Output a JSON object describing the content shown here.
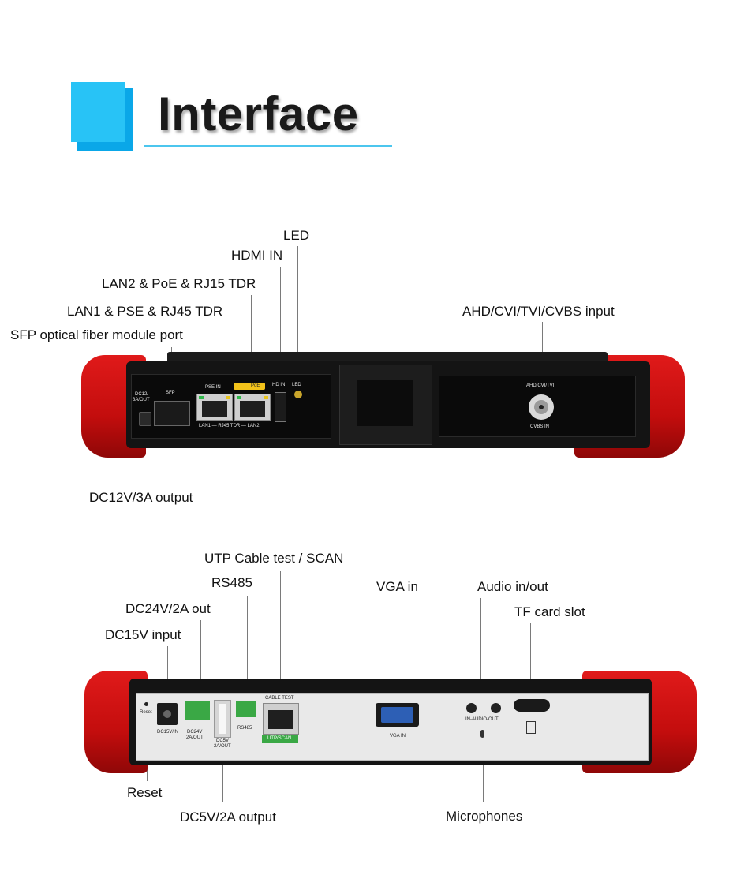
{
  "header": {
    "title": "Interface"
  },
  "top_panel": {
    "labels": {
      "led": "LED",
      "hdmi_in": "HDMI IN",
      "lan2": "LAN2 & PoE & RJ15 TDR",
      "lan1": "LAN1 & PSE & RJ45 TDR",
      "sfp": "SFP optical fiber module port",
      "ahd": "AHD/CVI/TVI/CVBS input",
      "dc12": "DC12V/3A output"
    },
    "device_text": {
      "dc12": "DC12/",
      "dc12b": "3A/OUT",
      "sfp": "SFP",
      "pse_in": "PSE IN",
      "poe": "PoE",
      "hd_in": "HD IN",
      "led": "LED",
      "lan_row": "LAN1 — RJ45 TDR — LAN2",
      "ahd": "AHD/CVI/TVI",
      "cvbs": "CVBS IN"
    }
  },
  "bottom_panel": {
    "labels": {
      "utp": "UTP Cable test / SCAN",
      "rs485": "RS485",
      "vga": "VGA in",
      "audio": "Audio in/out",
      "tf": "TF card slot",
      "dc24": "DC24V/2A out",
      "dc15": "DC15V input",
      "reset": "Reset",
      "dc5": "DC5V/2A output",
      "mic": "Microphones"
    },
    "device_text": {
      "reset": "Reset",
      "dc15": "DC15V/IN",
      "dc24a": "DC24V",
      "dc24b": "2A/OUT",
      "dc5a": "DC5V",
      "dc5b": "2A/OUT",
      "rs485": "RS485",
      "cable_test": "CABLE TEST",
      "utp_scan": "UTP/SCAN",
      "vga_in": "VGA IN",
      "audio": "IN-AUDIO-OUT"
    }
  },
  "colors": {
    "accent": "#28c3f6",
    "red": "#d4141a",
    "body": "#0f0f0f",
    "green": "#3aa845"
  }
}
